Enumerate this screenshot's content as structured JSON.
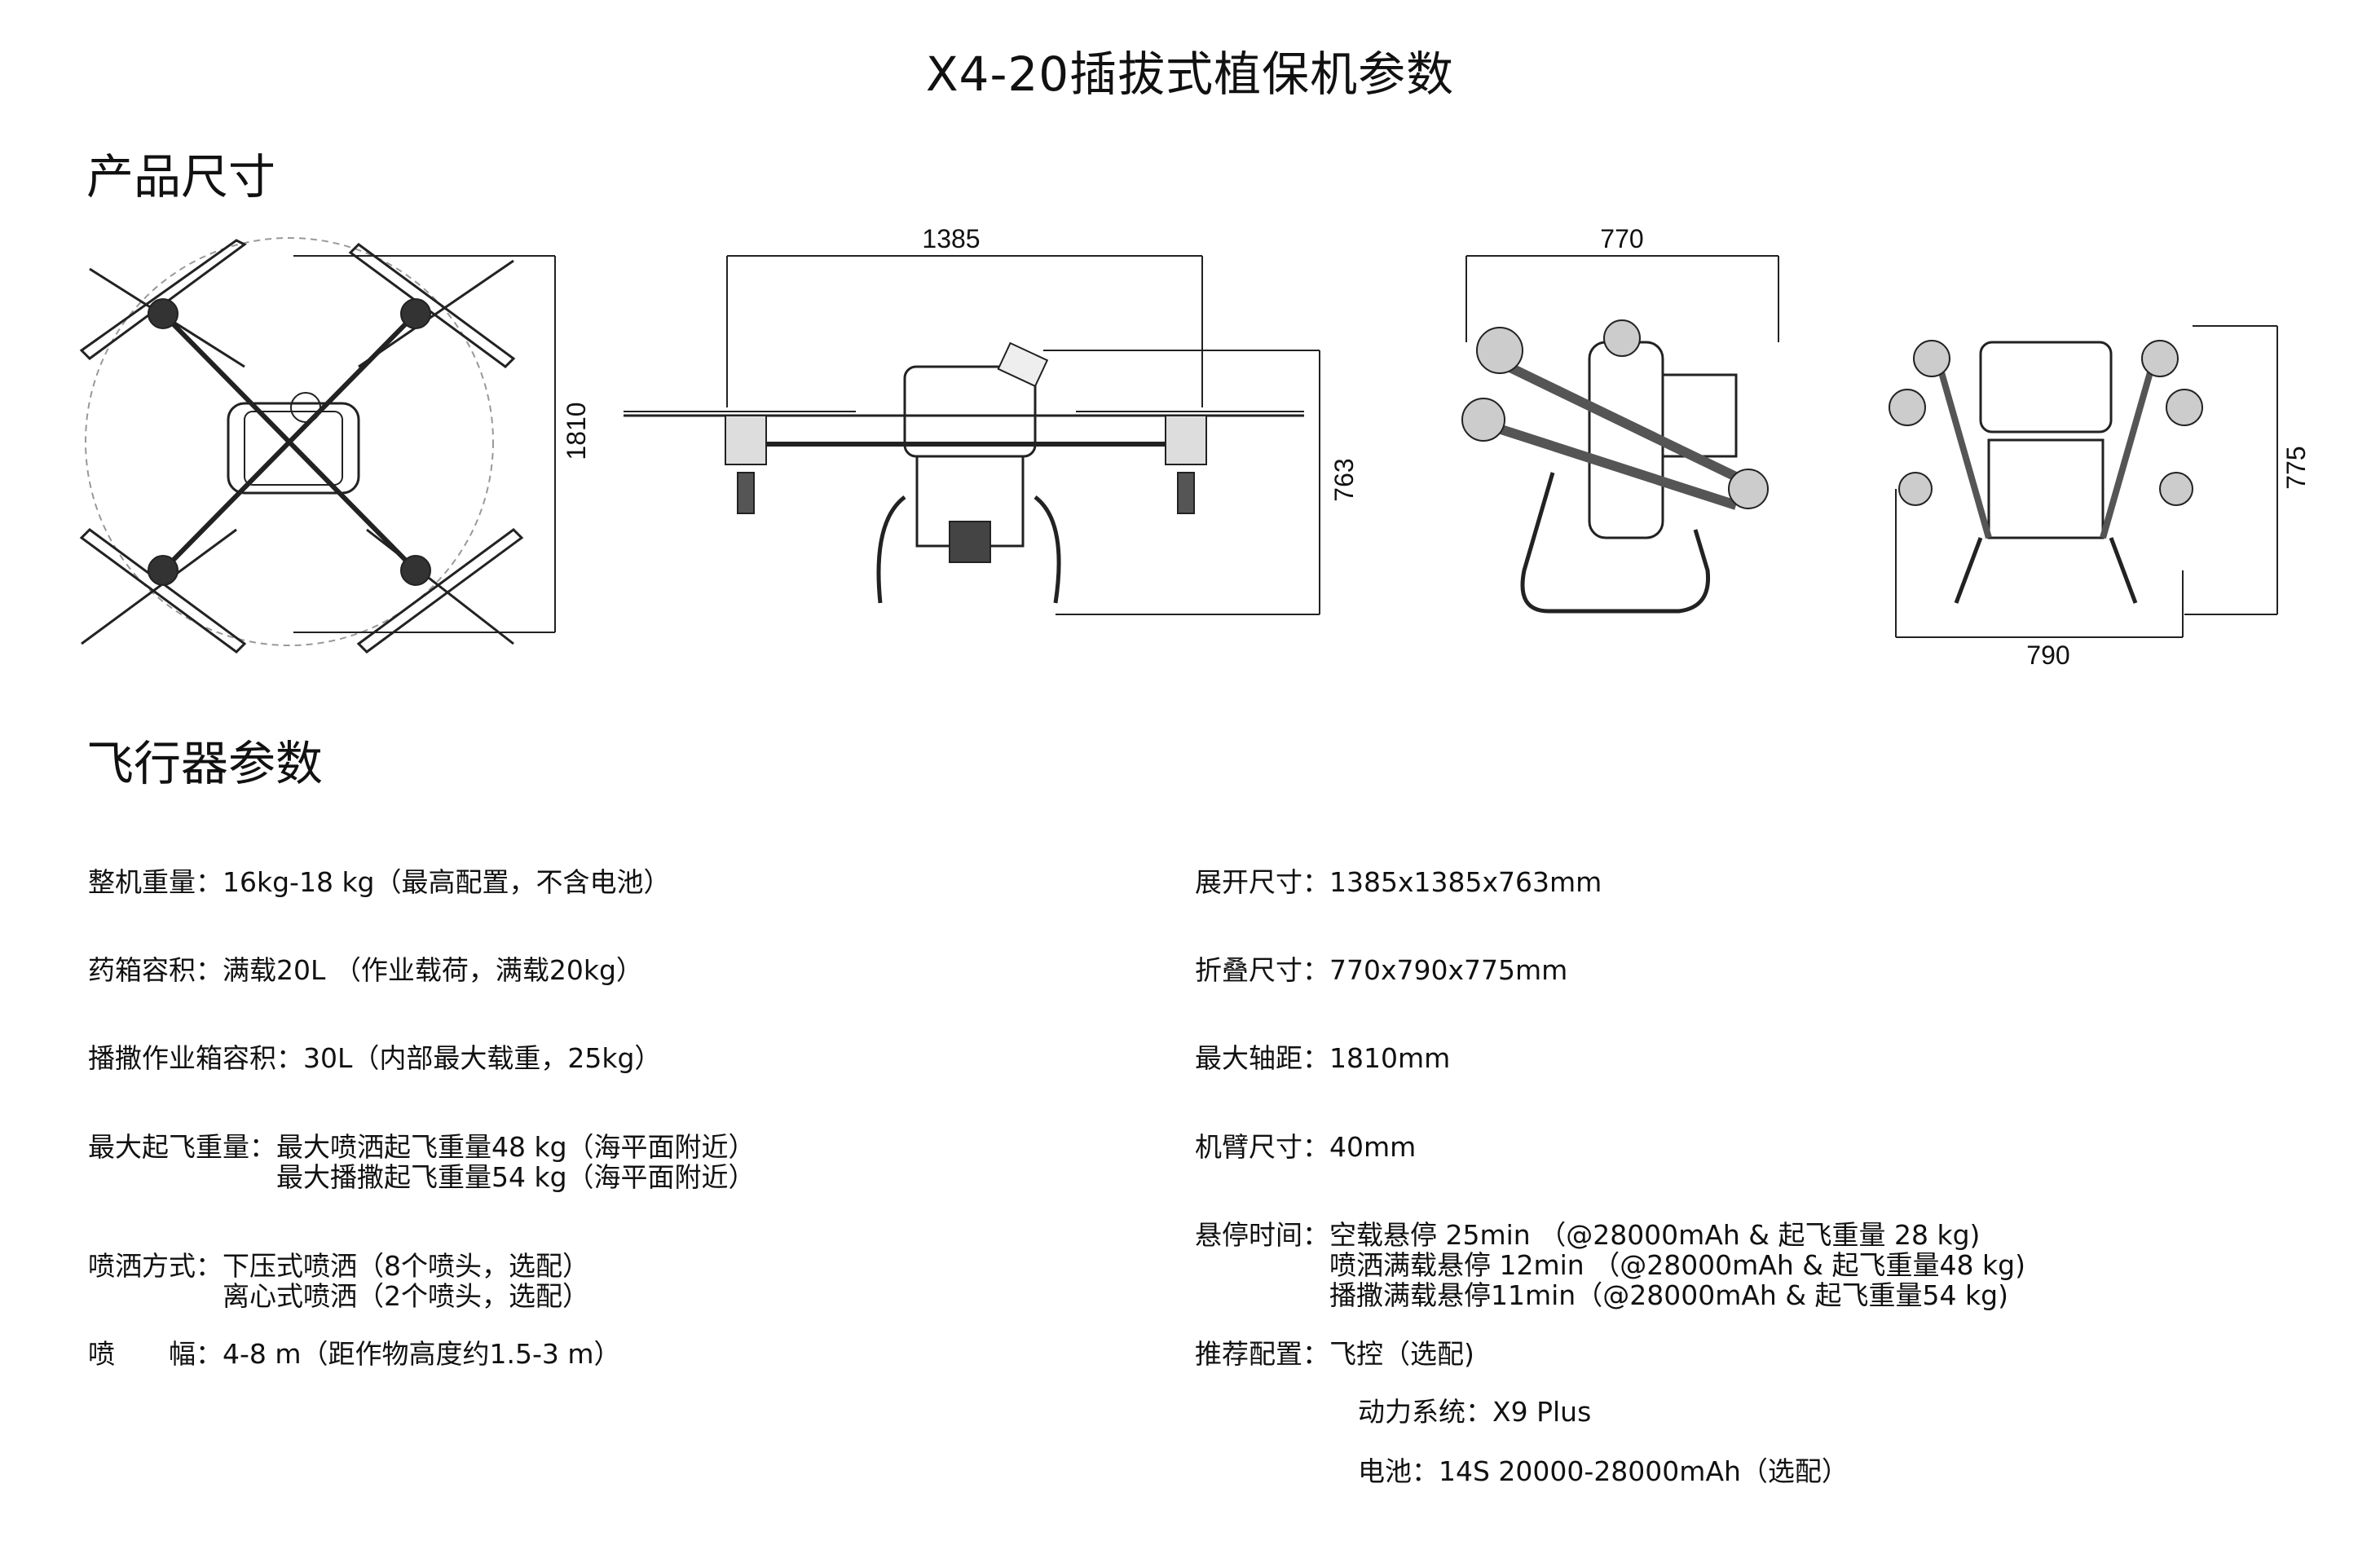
{
  "title": "X4-20插拔式植保机参数",
  "sections": {
    "dimensions": "产品尺寸",
    "aircraft": "飞行器参数"
  },
  "dimension_labels": {
    "top_view_wheelbase": "1810",
    "front_width": "1385",
    "front_height": "763",
    "side_folded_width": "770",
    "folded_width": "790",
    "folded_height": "775"
  },
  "specs_left": [
    {
      "label": "整机重量：",
      "lines": [
        "16kg-18 kg（最高配置，不含电池）"
      ]
    },
    {
      "label": "药箱容积：",
      "lines": [
        "满载20L （作业载荷，满载20kg）"
      ]
    },
    {
      "label": "播撒作业箱容积：",
      "lines": [
        "30L（内部最大载重，25kg）"
      ]
    },
    {
      "label": "最大起飞重量：",
      "lines": [
        "最大喷洒起飞重量48 kg（海平面附近）",
        "最大播撒起飞重量54 kg（海平面附近）"
      ]
    },
    {
      "label": "喷洒方式：",
      "lines": [
        "下压式喷洒（8个喷头，选配）",
        "离心式喷洒（2个喷头，选配）"
      ]
    },
    {
      "label": "喷　　幅：",
      "lines": [
        "4-8 m（距作物高度约1.5-3 m）"
      ]
    }
  ],
  "specs_right": [
    {
      "label": "展开尺寸：",
      "lines": [
        "1385x1385x763mm"
      ]
    },
    {
      "label": "折叠尺寸：",
      "lines": [
        "770x790x775mm"
      ]
    },
    {
      "label": "最大轴距：",
      "lines": [
        "1810mm"
      ]
    },
    {
      "label": "机臂尺寸：",
      "lines": [
        "40mm"
      ]
    },
    {
      "label": "悬停时间：",
      "lines": [
        "空载悬停 25min （@28000mAh & 起飞重量 28 kg)",
        "喷洒满载悬停 12min （@28000mAh & 起飞重量48 kg)",
        "播撒满载悬停11min（@28000mAh & 起飞重量54 kg)"
      ]
    },
    {
      "label": "推荐配置：",
      "lines": [
        "飞控（选配)"
      ]
    }
  ],
  "specs_extra": [
    "动力系统：X9 Plus",
    "电池：14S 20000-28000mAh（选配）"
  ]
}
